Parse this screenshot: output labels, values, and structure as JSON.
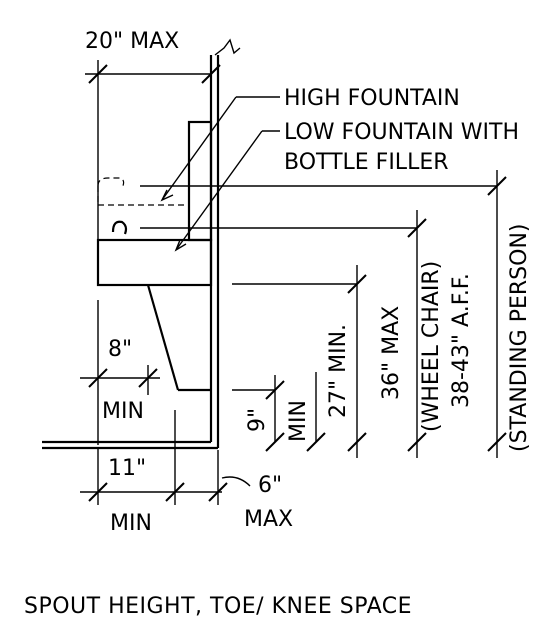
{
  "labels": {
    "top_max": "20\" MAX",
    "high_fountain": "HIGH FOUNTAIN",
    "low_fountain_line1": "LOW FOUNTAIN WITH",
    "low_fountain_line2": "BOTTLE FILLER",
    "toe_8": "8\"",
    "toe_min": "MIN",
    "knee_11": "11\"",
    "knee_min": "MIN",
    "clear_6": "6\"",
    "clear_max": "MAX",
    "dim_9": "9\"",
    "dim_9_min": "MIN",
    "dim_27": "27\" MIN.",
    "dim_36": "36\" MAX",
    "wheel_chair_1": "(WHEEL CHAIR)",
    "wheel_chair_2": "38-43\" A.F.F.",
    "standing": "(STANDING PERSON)"
  },
  "caption": "SPOUT HEIGHT, TOE/ KNEE SPACE"
}
